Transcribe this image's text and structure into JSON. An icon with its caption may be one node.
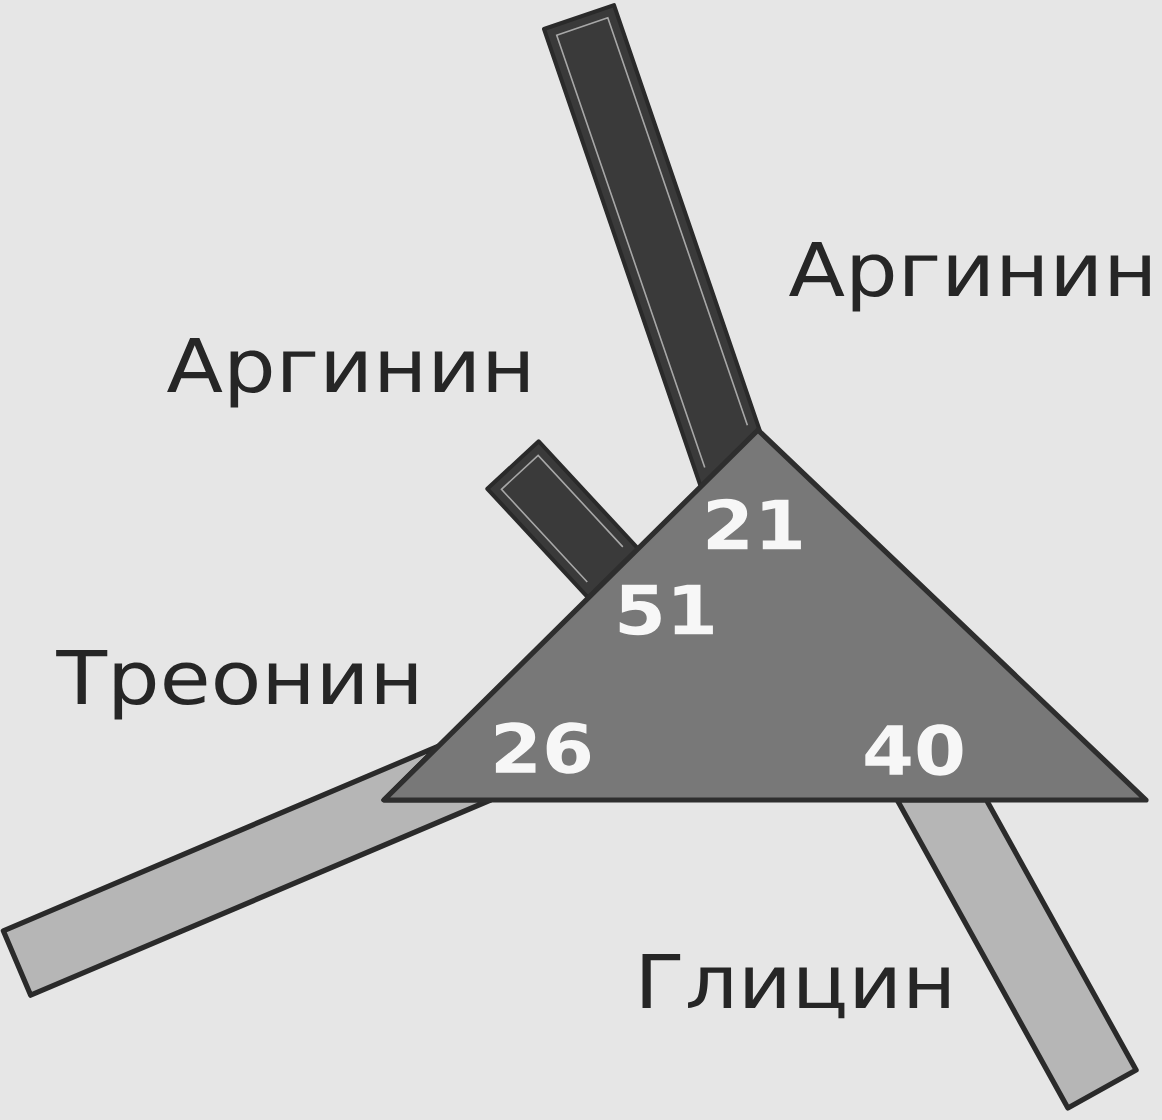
{
  "diagram": {
    "nodes": [
      {
        "text": [],
        "shape": "bar",
        "beside": [
          "Аргинин"
        ]
      },
      {
        "text": [],
        "shape": "bar",
        "beside": [
          "Аргинин"
        ]
      },
      {
        "text": [
          "21",
          "51",
          "26",
          "40"
        ]
      },
      {
        "text": [],
        "shape": "bar",
        "beside": [
          "Треонин"
        ]
      },
      {
        "text": [],
        "shape": "bar",
        "beside": [
          "Глицин"
        ]
      }
    ]
  }
}
